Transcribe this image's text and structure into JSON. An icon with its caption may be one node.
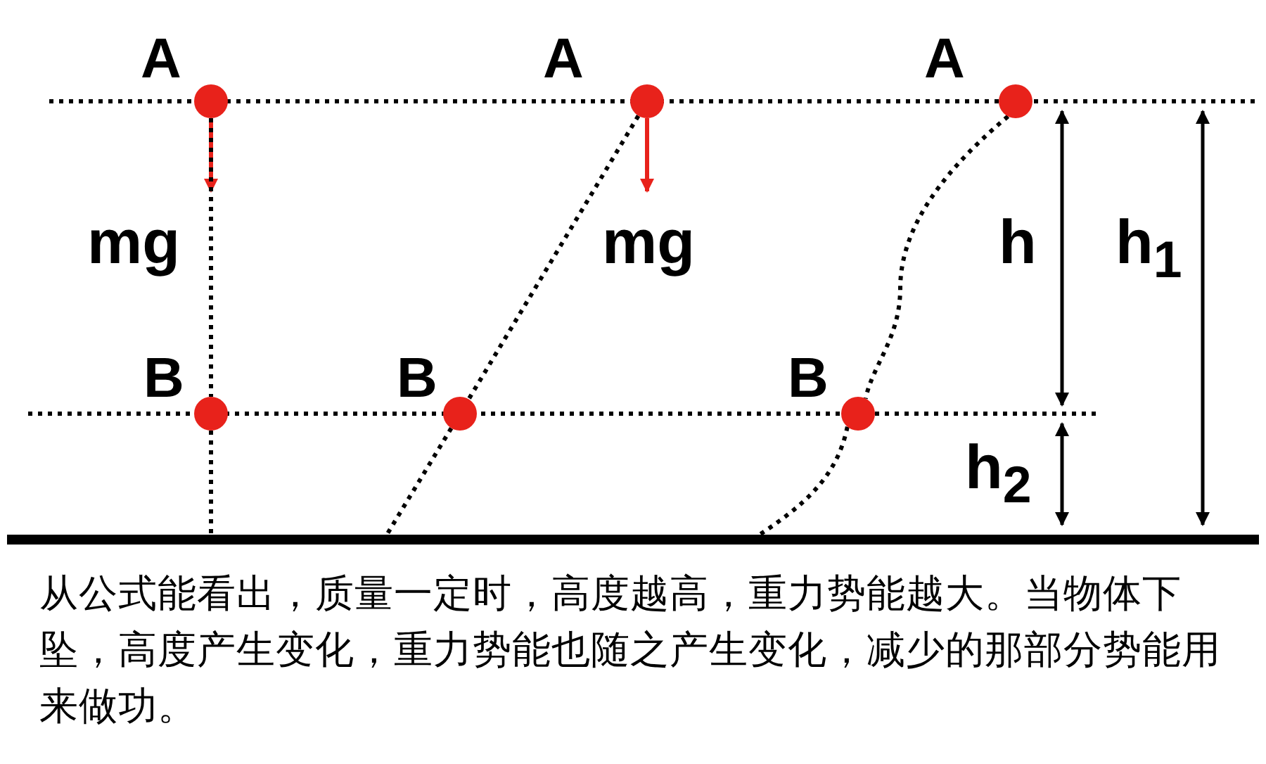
{
  "diagram": {
    "caption": "从公式能看出，质量一定时，高度越高，重力势能越大。当物体下坠，高度产生变化，重力势能也随之产生变化，减少的那部分势能用来做功。",
    "nodes": [
      {
        "text": [
          "A"
        ]
      },
      {
        "text": [
          "A"
        ]
      },
      {
        "text": [
          "A"
        ]
      },
      {
        "text": [
          "B"
        ]
      },
      {
        "text": [
          "B"
        ]
      },
      {
        "text": [
          "B"
        ]
      },
      {
        "text": [],
        "shape": "bar"
      }
    ],
    "edges": [
      {
        "from": 0,
        "to": 3,
        "arrow": "none",
        "style": "dashed"
      },
      {
        "from": 1,
        "to": 4,
        "arrow": "none",
        "style": "dashed"
      },
      {
        "from": 2,
        "to": 5,
        "arrow": "none",
        "style": "dashed"
      },
      {
        "from": 3,
        "to": 6,
        "arrow": "none",
        "style": "dashed"
      },
      {
        "from": 4,
        "to": 6,
        "arrow": "none",
        "style": "dashed"
      },
      {
        "from": 5,
        "to": 6,
        "arrow": "none",
        "style": "dashed"
      }
    ],
    "labels": [
      "mg",
      "mg",
      "h",
      "h$_{1}$",
      "h$_{2}$"
    ]
  }
}
